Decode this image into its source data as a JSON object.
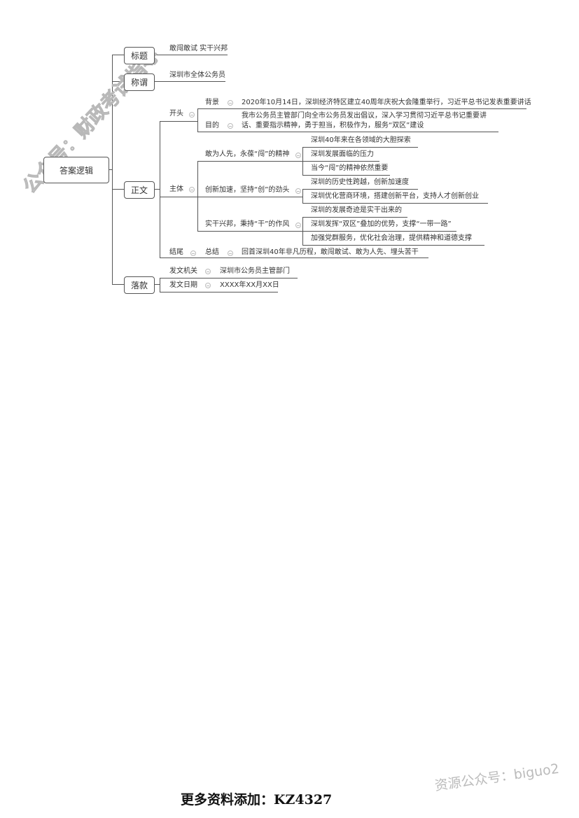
{
  "watermark": "公众号：财政考试指导",
  "root": "答案逻辑",
  "title": {
    "label": "标题",
    "text": "敢闯敢试 实干兴邦"
  },
  "salutation": {
    "label": "称谓",
    "text": "深圳市全体公务员"
  },
  "body": {
    "label": "正文",
    "opening": {
      "label": "开头",
      "background_label": "背景",
      "background": "2020年10月14日，深圳经济特区建立40周年庆祝大会隆重举行，习近平总书记发表重要讲话",
      "purpose_label": "目的",
      "purpose_line1": "我市公务员主管部门向全市公务员发出倡议，深入学习贯彻习近平总书记重要讲",
      "purpose_line2": "话、重要指示精神，勇于担当，积极作为，服务“双区”建设"
    },
    "main": {
      "label": "主体",
      "points": [
        {
          "label": "敢为人先，永葆“闯”的精神",
          "items": [
            "深圳40年来在各领域的大胆探索",
            "深圳发展面临的压力",
            "当今“闯”的精神依然重要"
          ]
        },
        {
          "label": "创新加速，坚持“创”的劲头",
          "items": [
            "深圳的历史性跨越，创新加速度",
            "深圳优化营商环境，搭建创新平台，支持人才创新创业"
          ]
        },
        {
          "label": "实干兴邦，秉持“干”的作风",
          "items": [
            "深圳的发展奇迹是实干出来的",
            "深圳发挥“双区”叠加的优势，支撑“一带一路”",
            "加强党群服务，优化社会治理，提供精神和道德支撑"
          ]
        }
      ]
    },
    "ending": {
      "label": "结尾",
      "summary_label": "总结",
      "summary": "回首深圳40年非凡历程，敢闯敢试、敢为人先、埋头苦干"
    }
  },
  "signature": {
    "label": "落款",
    "org_label": "发文机关",
    "org": "深圳市公务员主管部门",
    "date_label": "发文日期",
    "date": "XXXX年XX月XX日"
  },
  "footer": {
    "contact": "更多资料添加：KZ4327",
    "account": "资源公众号：biguo2"
  }
}
